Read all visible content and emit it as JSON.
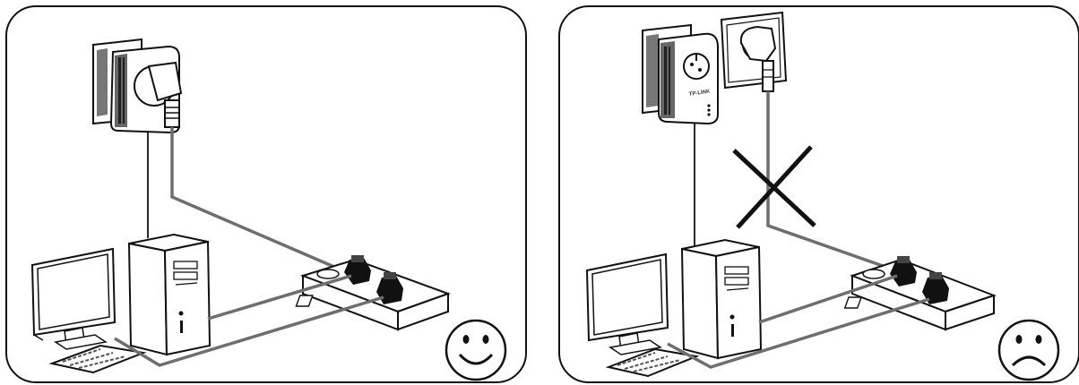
{
  "panels": [
    {
      "id": "correct-setup",
      "verdict": "good",
      "face_icon": "smiley-face-icon"
    },
    {
      "id": "incorrect-setup",
      "verdict": "bad",
      "face_icon": "frowning-face-icon",
      "overlay_icon": "x-cross-icon"
    }
  ],
  "adapter": {
    "brand_label": "TP-LINK"
  },
  "colors": {
    "line": "#111111",
    "cable": "#6e6e6e",
    "outline": "#111111",
    "fill": "#ffffff",
    "shade": "#bdbdbd"
  }
}
